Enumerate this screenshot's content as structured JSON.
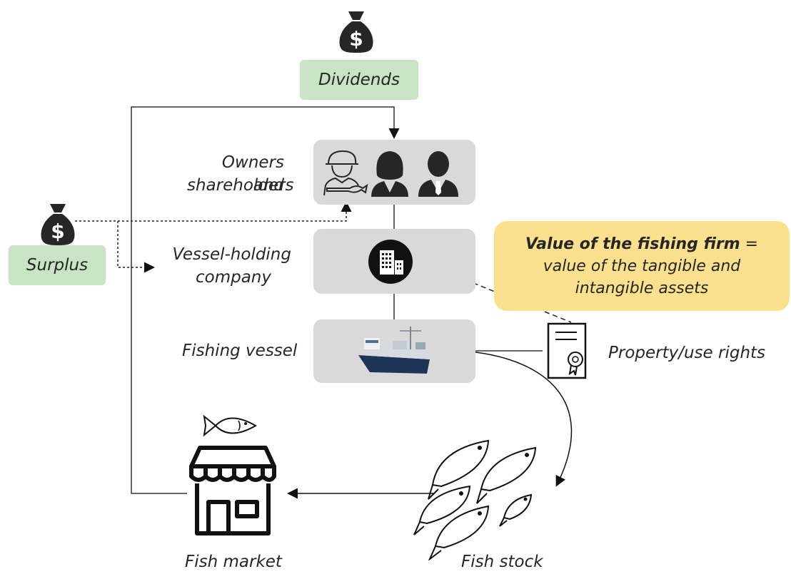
{
  "labels": {
    "dividends": "Dividends",
    "surplus": "Surplus",
    "owners_line1": "Owners and",
    "owners_line2": "shareholders",
    "holding_line1": "Vessel-holding",
    "holding_line2": "company",
    "fishing_vessel": "Fishing vessel",
    "property_rights": "Property/use rights",
    "fish_market": "Fish market",
    "fish_stock": "Fish stock"
  },
  "callout": {
    "bold": "Value of the fishing firm",
    "equals": " =",
    "line2": "value of the tangible and",
    "line3": "intangible assets"
  },
  "icons": {
    "money_bag_dividends": "money-bag-icon",
    "money_bag_surplus": "money-bag-icon",
    "dollar": "$"
  },
  "colors": {
    "green_label": "#c9e4c5",
    "gray_box": "#d9d9d9",
    "callout": "#fbe08e",
    "dark": "#262626"
  }
}
